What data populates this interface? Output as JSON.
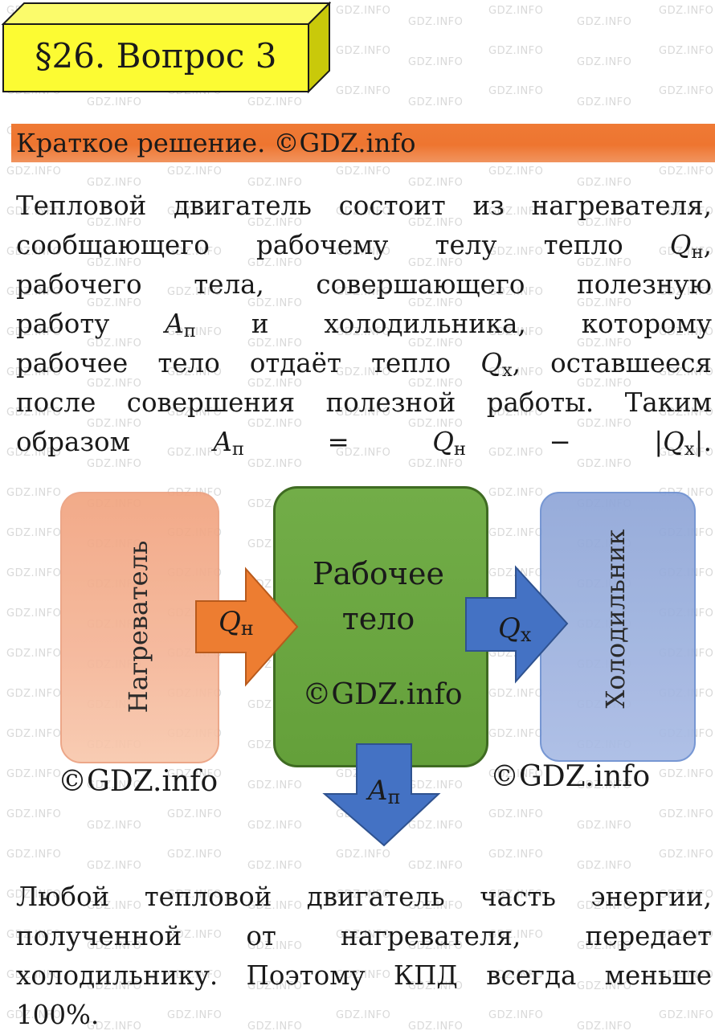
{
  "watermark": "GDZ.INFO",
  "title": "§26. Вопрос 3",
  "section_header": "Краткое решение. ©GDZ.info",
  "paragraph1": {
    "l1": "Тепловой двигатель состоит из нагревателя,",
    "l2_words": [
      "сообщающего",
      "рабочему",
      "телу",
      "тепло"
    ],
    "l3_words": [
      "рабочего",
      "тела,",
      "совершающего",
      "полезную"
    ],
    "l4_w1": "работу",
    "l4_words": [
      "и",
      "холодильника,",
      "которому"
    ],
    "l5_a": "рабочее тело отдаёт тепло",
    "l5_b": ", оставшееся",
    "l6": "после совершения полезной работы. Таким",
    "l7_a": "образом"
  },
  "symbols": {
    "Q": "Q",
    "A": "A",
    "sub_h": "н",
    "sub_x": "х",
    "sub_p": "п",
    "eq": "=",
    "minus": "−",
    "bar": "|"
  },
  "diagram": {
    "heater_label": "Нагреватель",
    "body_label_line1": "Рабочее",
    "body_label_line2": "тело",
    "cooler_label": "Холодильник",
    "copyright": "©GDZ.info"
  },
  "paragraph2": {
    "l1_words": [
      "Любой",
      "тепловой",
      "двигатель",
      "часть",
      "энергии,"
    ],
    "l2_words": [
      "полученной",
      "от",
      "нагревателя,",
      "передает"
    ],
    "l3": "холодильнику. Поэтому КПД всегда меньше",
    "l4": "100%."
  },
  "colors": {
    "title_yellow": "#fcfb33",
    "section_orange": "#ee7530",
    "heater": "#f5b597",
    "body_green": "#67a33d",
    "cooler": "#a3b6e2",
    "arrow_orange": "#ed7d31",
    "arrow_blue": "#4472c4"
  }
}
